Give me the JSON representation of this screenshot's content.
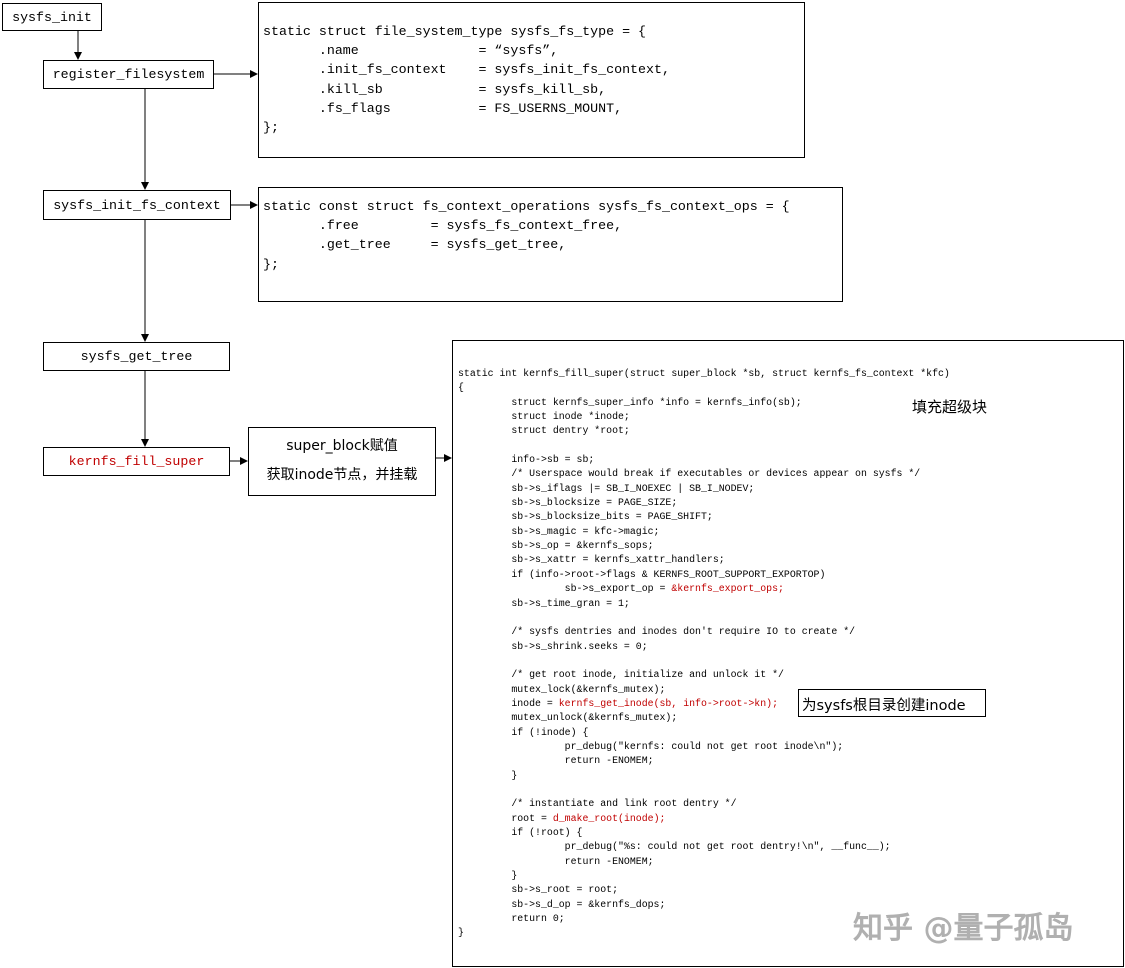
{
  "nodes": {
    "sysfs_init": "sysfs_init",
    "register_filesystem": "register_filesystem",
    "sysfs_init_fs_context": "sysfs_init_fs_context",
    "sysfs_get_tree": "sysfs_get_tree",
    "kernfs_fill_super": "kernfs_fill_super"
  },
  "super_block_box": {
    "line1": "super_block赋值",
    "line2": "获取inode节点，并挂载"
  },
  "code_fs_type": [
    {
      "t": "static struct file_system_type sysfs_fs_type = {"
    },
    {
      "t": "       .name               = “sysfs”,"
    },
    {
      "t": "       .init_fs_context    = sysfs_init_fs_context,"
    },
    {
      "t": "       .kill_sb            = sysfs_kill_sb,"
    },
    {
      "t": "       .fs_flags           = FS_USERNS_MOUNT,"
    },
    {
      "t": "};"
    }
  ],
  "code_ctx_ops": [
    {
      "t": "static const struct fs_context_operations sysfs_fs_context_ops = {"
    },
    {
      "t": "       .free         = sysfs_fs_context_free,"
    },
    {
      "t": "       .get_tree     = sysfs_get_tree,"
    },
    {
      "t": "};"
    }
  ],
  "code_fill_super": [
    {
      "t": "static int kernfs_fill_super(struct super_block *sb, struct kernfs_fs_context *kfc)"
    },
    {
      "t": "{"
    },
    {
      "t": "         struct kernfs_super_info *info = kernfs_info(sb);"
    },
    {
      "t": "         struct inode *inode;"
    },
    {
      "t": "         struct dentry *root;"
    },
    {
      "t": ""
    },
    {
      "t": "         info->sb = sb;"
    },
    {
      "t": "         /* Userspace would break if executables or devices appear on sysfs */"
    },
    {
      "t": "         sb->s_iflags |= SB_I_NOEXEC | SB_I_NODEV;"
    },
    {
      "t": "         sb->s_blocksize = PAGE_SIZE;"
    },
    {
      "t": "         sb->s_blocksize_bits = PAGE_SHIFT;"
    },
    {
      "t": "         sb->s_magic = kfc->magic;"
    },
    {
      "t": "         sb->s_op = &kernfs_sops;"
    },
    {
      "t": "         sb->s_xattr = kernfs_xattr_handlers;"
    },
    {
      "t": "         if (info->root->flags & KERNFS_ROOT_SUPPORT_EXPORTOP)"
    },
    {
      "t": "                  sb->s_export_op = ",
      "r": "&kernfs_export_ops;"
    },
    {
      "t": "         sb->s_time_gran = 1;"
    },
    {
      "t": ""
    },
    {
      "t": "         /* sysfs dentries and inodes don't require IO to create */"
    },
    {
      "t": "         sb->s_shrink.seeks = 0;"
    },
    {
      "t": ""
    },
    {
      "t": "         /* get root inode, initialize and unlock it */"
    },
    {
      "t": "         mutex_lock(&kernfs_mutex);"
    },
    {
      "t": "         inode = ",
      "r": "kernfs_get_inode(sb, info->root->kn);"
    },
    {
      "t": "         mutex_unlock(&kernfs_mutex);"
    },
    {
      "t": "         if (!inode) {"
    },
    {
      "t": "                  pr_debug(\"kernfs: could not get root inode\\n\");"
    },
    {
      "t": "                  return -ENOMEM;"
    },
    {
      "t": "         }"
    },
    {
      "t": ""
    },
    {
      "t": "         /* instantiate and link root dentry */"
    },
    {
      "t": "         root = ",
      "r": "d_make_root(inode);"
    },
    {
      "t": "         if (!root) {"
    },
    {
      "t": "                  pr_debug(\"%s: could not get root dentry!\\n\", __func__);"
    },
    {
      "t": "                  return -ENOMEM;"
    },
    {
      "t": "         }"
    },
    {
      "t": "         sb->s_root = root;"
    },
    {
      "t": "         sb->s_d_op = &kernfs_dops;"
    },
    {
      "t": "         return 0;"
    },
    {
      "t": "}"
    }
  ],
  "annotations": {
    "fill_super": "填充超级块",
    "create_inode": "为sysfs根目录创建inode"
  },
  "watermark": "知乎 @量子孤岛",
  "colors": {
    "highlight": "#c00000",
    "border": "#000000"
  }
}
